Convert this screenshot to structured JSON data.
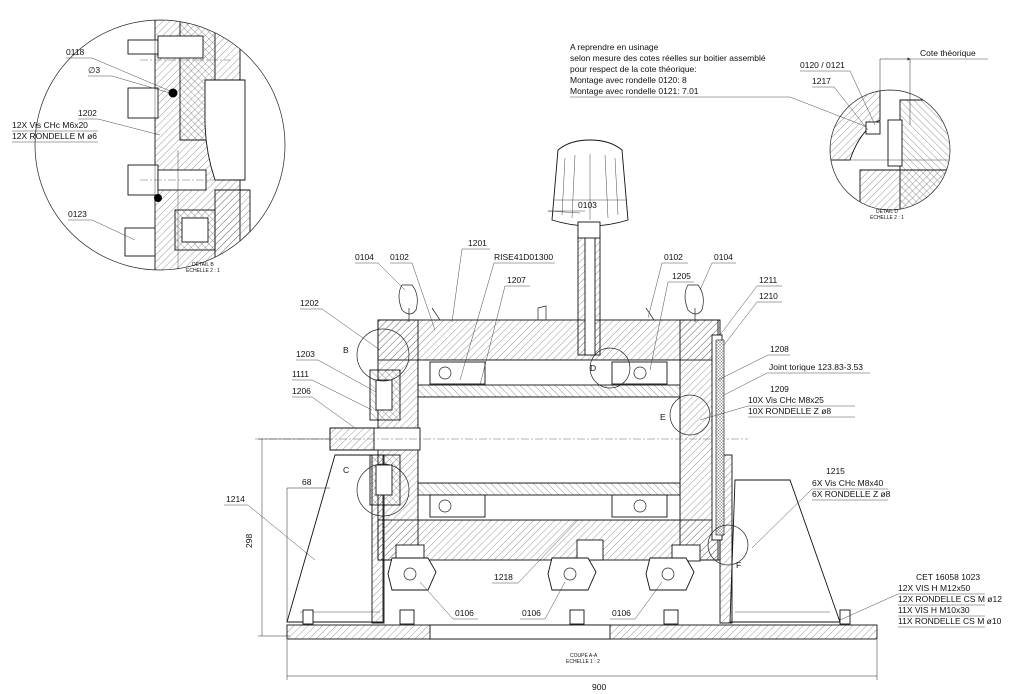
{
  "detail_b": {
    "labels": {
      "p0118": "0118",
      "dia3": "∅3",
      "p1202": "1202",
      "vis": "12X  Vis CHc M6x20",
      "rondelle": "12X  RONDELLE M ø6",
      "p0123": "0123"
    },
    "caption": [
      "DÉTAIL B",
      "ECHELLE 2 : 1"
    ]
  },
  "detail_d": {
    "note": [
      "A reprendre en usinage",
      "selon mesure des cotes réelles sur boitier assemblé",
      "pour respect de la cote théorique:",
      "Montage avec rondelle 0120:  8",
      "Montage avec rondelle 0121:  7.01"
    ],
    "labels": {
      "cote": "Cote théorique",
      "p0120": "0120 / 0121",
      "p1217": "1217"
    },
    "caption": [
      "DÉTAIL D",
      "ECHELLE 2 : 1"
    ]
  },
  "section": {
    "labels": {
      "p0103": "0103",
      "p0104a": "0104",
      "p0102a": "0102",
      "p1201": "1201",
      "rise": "RISE41D01300",
      "p1207": "1207",
      "p0102b": "0102",
      "p1205": "1205",
      "p0104b": "0104",
      "p1211": "1211",
      "p1210": "1210",
      "p1202": "1202",
      "p1203": "1203",
      "p1111": "1111",
      "p1206": "1206",
      "p1208": "1208",
      "joint": "Joint torique 123.83-3.53",
      "p1209": "1209",
      "vis1209": "10X  Vis CHc M8x25",
      "rond1209": "10X  RONDELLE Z ø8",
      "p1214": "1214",
      "p1215": "1215",
      "vis1215": "6X  Vis CHc M8x40",
      "rond1215": "6X  RONDELLE Z ø8",
      "p1218": "1218",
      "p0106a": "0106",
      "p0106b": "0106",
      "p0106c": "0106",
      "cet": "CET 16058 1023",
      "bolt1": "12X  VIS H M12x50",
      "bolt2": "12X  RONDELLE CS M ø12",
      "bolt3": "11X  VIS H M10x30",
      "bolt4": "11X  RONDELLE CS M ø10",
      "det_b": "B",
      "det_c": "C",
      "det_d": "D",
      "det_e": "E",
      "det_f": "F"
    },
    "dims": {
      "d68": "68",
      "d298": "298",
      "d900": "900"
    },
    "caption": [
      "COUPE A-A",
      "ECHELLE 1 : 2"
    ]
  }
}
